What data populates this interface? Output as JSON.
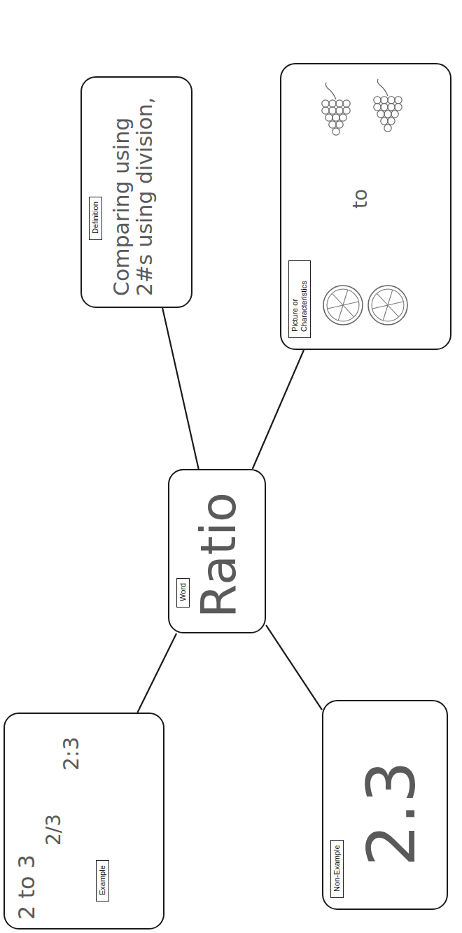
{
  "diagram": {
    "nodes": [
      {
        "text": [
          "Example",
          "2 to 3",
          "2/3",
          "2:3"
        ]
      },
      {
        "text": [
          "Definition",
          "Comparing using 2#s using division,"
        ]
      },
      {
        "text": [
          "Word",
          "Ratio"
        ]
      },
      {
        "text": [
          "Non-Example",
          "2.3"
        ]
      },
      {
        "text": [
          "Picture or Characteristics",
          "to"
        ]
      }
    ],
    "edges": [
      {
        "from": 2,
        "to": 0,
        "arrow": "none"
      },
      {
        "from": 2,
        "to": 1,
        "arrow": "none"
      },
      {
        "from": 2,
        "to": 3,
        "arrow": "none"
      },
      {
        "from": 2,
        "to": 4,
        "arrow": "none"
      }
    ]
  }
}
